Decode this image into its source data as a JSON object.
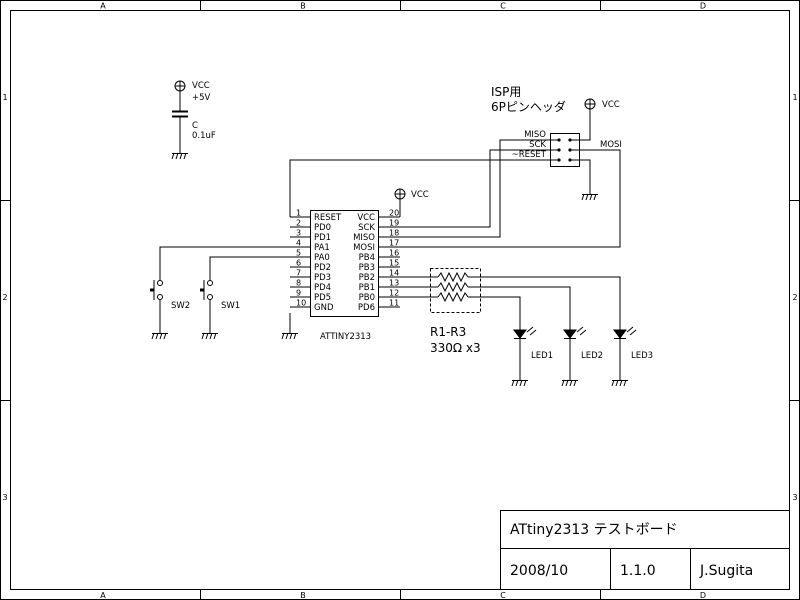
{
  "frame": {
    "columns_top": [
      "A",
      "B",
      "C",
      "D"
    ],
    "columns_bottom": [
      "A",
      "B",
      "C",
      "D"
    ],
    "rows_left": [
      "1",
      "2",
      "3"
    ],
    "rows_right": [
      "1",
      "2",
      "3"
    ]
  },
  "cap": {
    "vcc": "VCC",
    "supply": "+5V",
    "name": "C",
    "value": "0.1uF"
  },
  "chip": {
    "name": "ATTINY2313",
    "left_pins": [
      {
        "num": "1",
        "name": "RESET"
      },
      {
        "num": "2",
        "name": "PD0"
      },
      {
        "num": "3",
        "name": "PD1"
      },
      {
        "num": "4",
        "name": "PA1"
      },
      {
        "num": "5",
        "name": "PA0"
      },
      {
        "num": "6",
        "name": "PD2"
      },
      {
        "num": "7",
        "name": "PD3"
      },
      {
        "num": "8",
        "name": "PD4"
      },
      {
        "num": "9",
        "name": "PD5"
      },
      {
        "num": "10",
        "name": "GND"
      }
    ],
    "right_pins": [
      {
        "num": "20",
        "name": "VCC"
      },
      {
        "num": "19",
        "name": "SCK"
      },
      {
        "num": "18",
        "name": "MISO"
      },
      {
        "num": "17",
        "name": "MOSI"
      },
      {
        "num": "16",
        "name": "PB4"
      },
      {
        "num": "15",
        "name": "PB3"
      },
      {
        "num": "14",
        "name": "PB2"
      },
      {
        "num": "13",
        "name": "PB1"
      },
      {
        "num": "12",
        "name": "PB0"
      },
      {
        "num": "11",
        "name": "PD6"
      }
    ]
  },
  "vcc_chip": "VCC",
  "isp": {
    "title_line1": "ISP用",
    "title_line2": "6Pピンヘッダ",
    "vcc": "VCC",
    "miso": "MISO",
    "sck": "SCK",
    "reset": "~RESET",
    "mosi": "MOSI"
  },
  "switches": [
    {
      "name": "SW2"
    },
    {
      "name": "SW1"
    }
  ],
  "resistor": {
    "name": "R1-R3",
    "value": "330Ω x3"
  },
  "leds": [
    {
      "name": "LED1"
    },
    {
      "name": "LED2"
    },
    {
      "name": "LED3"
    }
  ],
  "title_block": {
    "title": "ATtiny2313 テストボード",
    "date": "2008/10",
    "version": "1.1.0",
    "author": "J.Sugita"
  }
}
